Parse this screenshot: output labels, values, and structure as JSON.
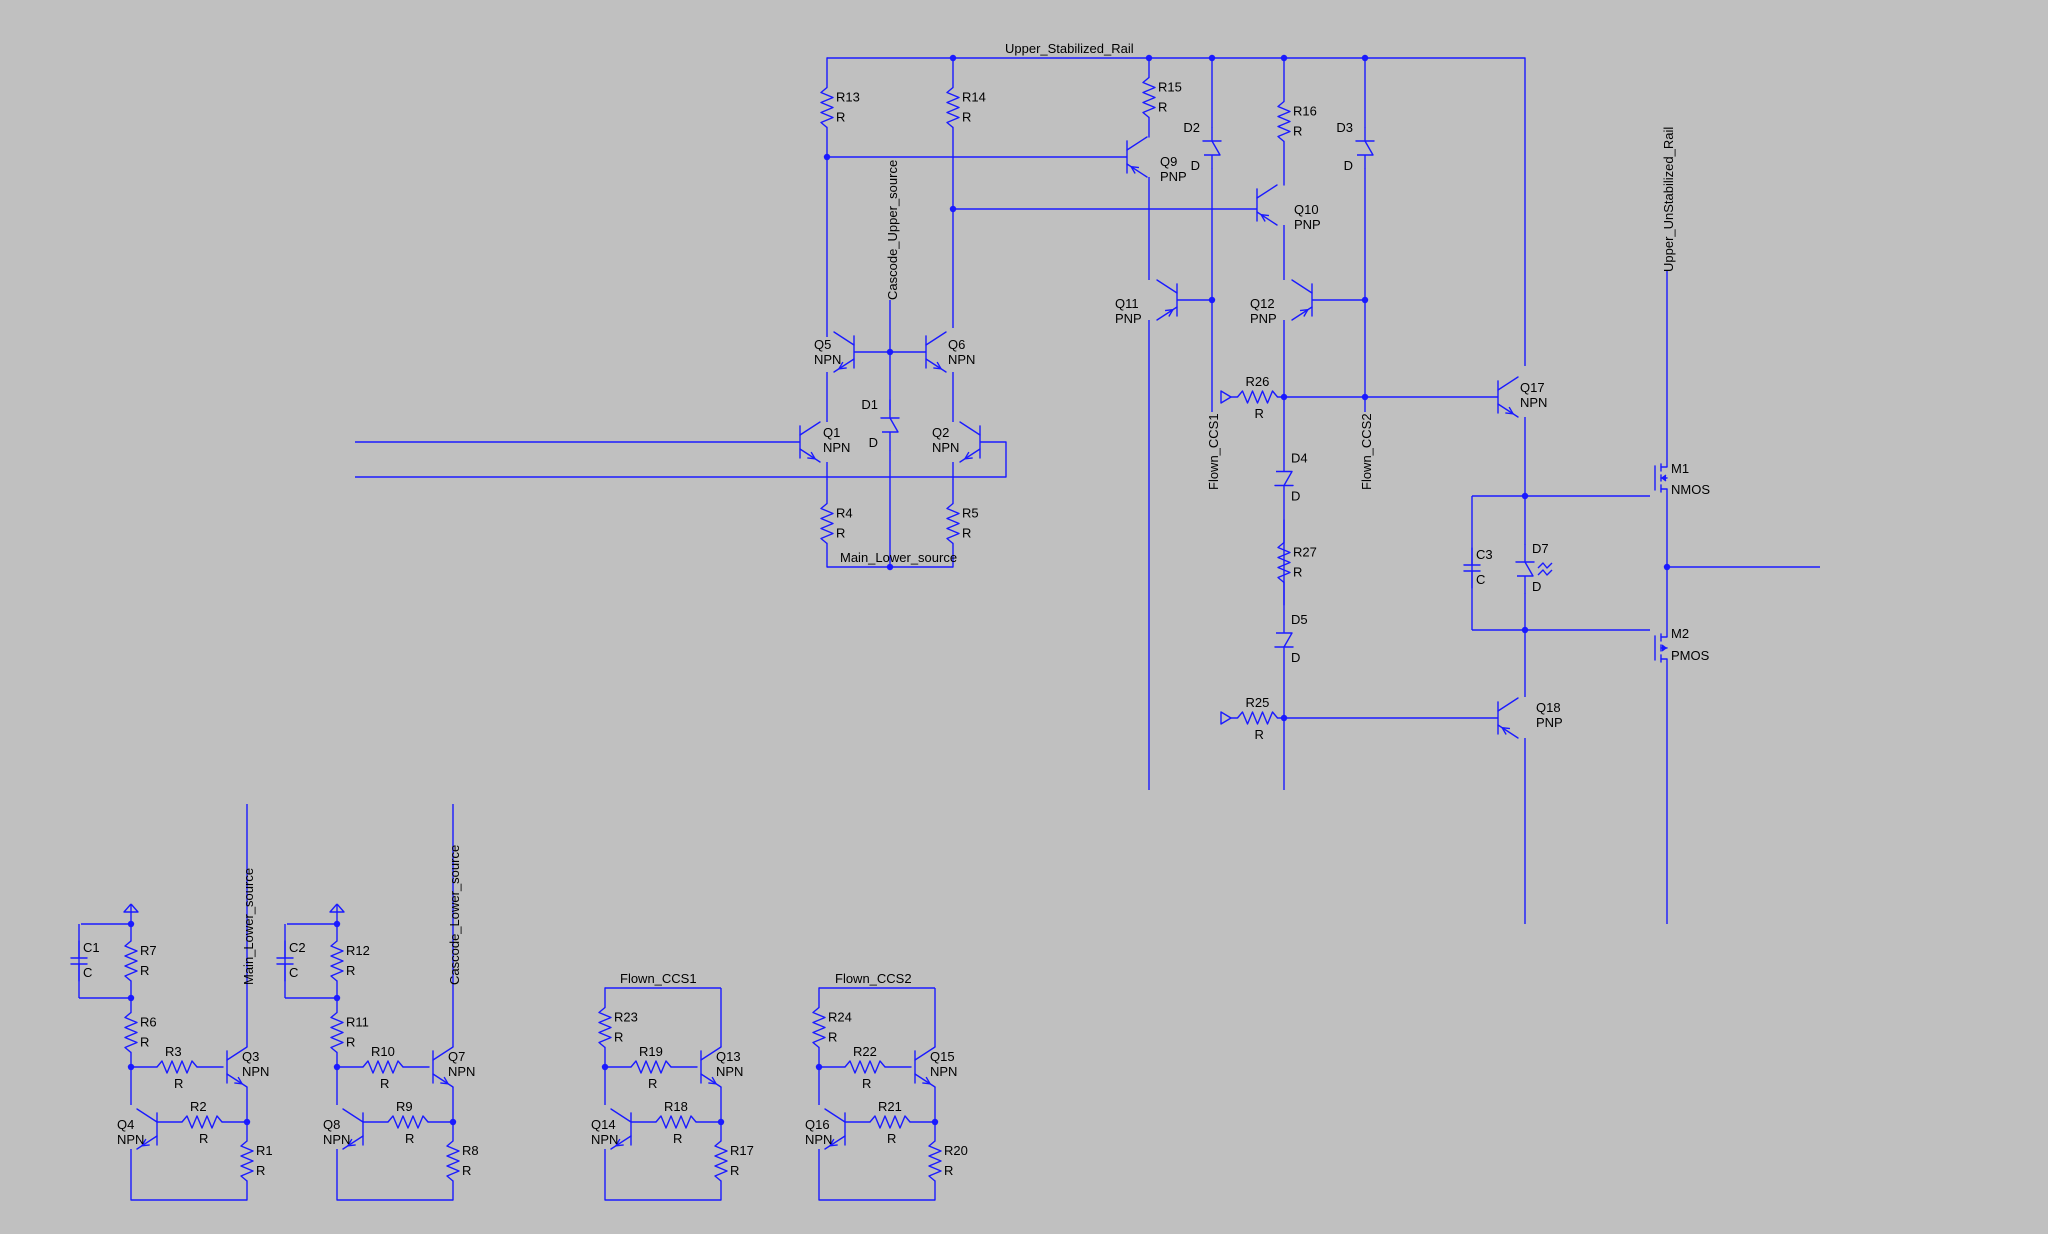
{
  "colors": {
    "background": "#c0c0c0",
    "wire": "#1a1aff",
    "text": "#000000"
  },
  "nets": {
    "upper_stabilized_rail": "Upper_Stabilized_Rail",
    "upper_unstabilized_rail": "Upper_UnStabilized_Rail",
    "cascode_upper_source": "Cascode_Upper_source",
    "main_lower_source": "Main_Lower_source",
    "flown_ccs1": "Flown_CCS1",
    "flown_ccs2": "Flown_CCS2",
    "main_lower_source_2": "Main_Lower_source",
    "cascode_lower_source": "Cascode_Lower_source",
    "flown_ccs1_2": "Flown_CCS1",
    "flown_ccs2_2": "Flown_CCS2"
  },
  "components": {
    "R13": {
      "name": "R13",
      "value": "R"
    },
    "R14": {
      "name": "R14",
      "value": "R"
    },
    "R15": {
      "name": "R15",
      "value": "R"
    },
    "R16": {
      "name": "R16",
      "value": "R"
    },
    "D2": {
      "name": "D2",
      "value": "D"
    },
    "D3": {
      "name": "D3",
      "value": "D"
    },
    "Q9": {
      "name": "Q9",
      "value": "PNP"
    },
    "Q10": {
      "name": "Q10",
      "value": "PNP"
    },
    "Q11": {
      "name": "Q11",
      "value": "PNP"
    },
    "Q12": {
      "name": "Q12",
      "value": "PNP"
    },
    "Q5": {
      "name": "Q5",
      "value": "NPN"
    },
    "Q6": {
      "name": "Q6",
      "value": "NPN"
    },
    "Q1": {
      "name": "Q1",
      "value": "NPN"
    },
    "Q2": {
      "name": "Q2",
      "value": "NPN"
    },
    "D1": {
      "name": "D1",
      "value": "D"
    },
    "R4": {
      "name": "R4",
      "value": "R"
    },
    "R5": {
      "name": "R5",
      "value": "R"
    },
    "R26": {
      "name": "R26",
      "value": "R"
    },
    "R27": {
      "name": "R27",
      "value": "R"
    },
    "R25": {
      "name": "R25",
      "value": "R"
    },
    "D4": {
      "name": "D4",
      "value": "D"
    },
    "D5": {
      "name": "D5",
      "value": "D"
    },
    "Q17": {
      "name": "Q17",
      "value": "NPN"
    },
    "Q18": {
      "name": "Q18",
      "value": "PNP"
    },
    "C3": {
      "name": "C3",
      "value": "C"
    },
    "D7": {
      "name": "D7",
      "value": "D"
    },
    "M1": {
      "name": "M1",
      "value": "NMOS"
    },
    "M2": {
      "name": "M2",
      "value": "PMOS"
    },
    "C1": {
      "name": "C1",
      "value": "C"
    },
    "R7": {
      "name": "R7",
      "value": "R"
    },
    "R6": {
      "name": "R6",
      "value": "R"
    },
    "R3": {
      "name": "R3",
      "value": "R"
    },
    "R2": {
      "name": "R2",
      "value": "R"
    },
    "R1": {
      "name": "R1",
      "value": "R"
    },
    "Q3": {
      "name": "Q3",
      "value": "NPN"
    },
    "Q4": {
      "name": "Q4",
      "value": "NPN"
    },
    "C2": {
      "name": "C2",
      "value": "C"
    },
    "R12": {
      "name": "R12",
      "value": "R"
    },
    "R11": {
      "name": "R11",
      "value": "R"
    },
    "R10": {
      "name": "R10",
      "value": "R"
    },
    "R9": {
      "name": "R9",
      "value": "R"
    },
    "R8": {
      "name": "R8",
      "value": "R"
    },
    "Q7": {
      "name": "Q7",
      "value": "NPN"
    },
    "Q8": {
      "name": "Q8",
      "value": "NPN"
    },
    "R23": {
      "name": "R23",
      "value": "R"
    },
    "R19": {
      "name": "R19",
      "value": "R"
    },
    "R18": {
      "name": "R18",
      "value": "R"
    },
    "R17": {
      "name": "R17",
      "value": "R"
    },
    "Q13": {
      "name": "Q13",
      "value": "NPN"
    },
    "Q14": {
      "name": "Q14",
      "value": "NPN"
    },
    "R24": {
      "name": "R24",
      "value": "R"
    },
    "R22": {
      "name": "R22",
      "value": "R"
    },
    "R21": {
      "name": "R21",
      "value": "R"
    },
    "R20": {
      "name": "R20",
      "value": "R"
    },
    "Q15": {
      "name": "Q15",
      "value": "NPN"
    },
    "Q16": {
      "name": "Q16",
      "value": "NPN"
    }
  }
}
